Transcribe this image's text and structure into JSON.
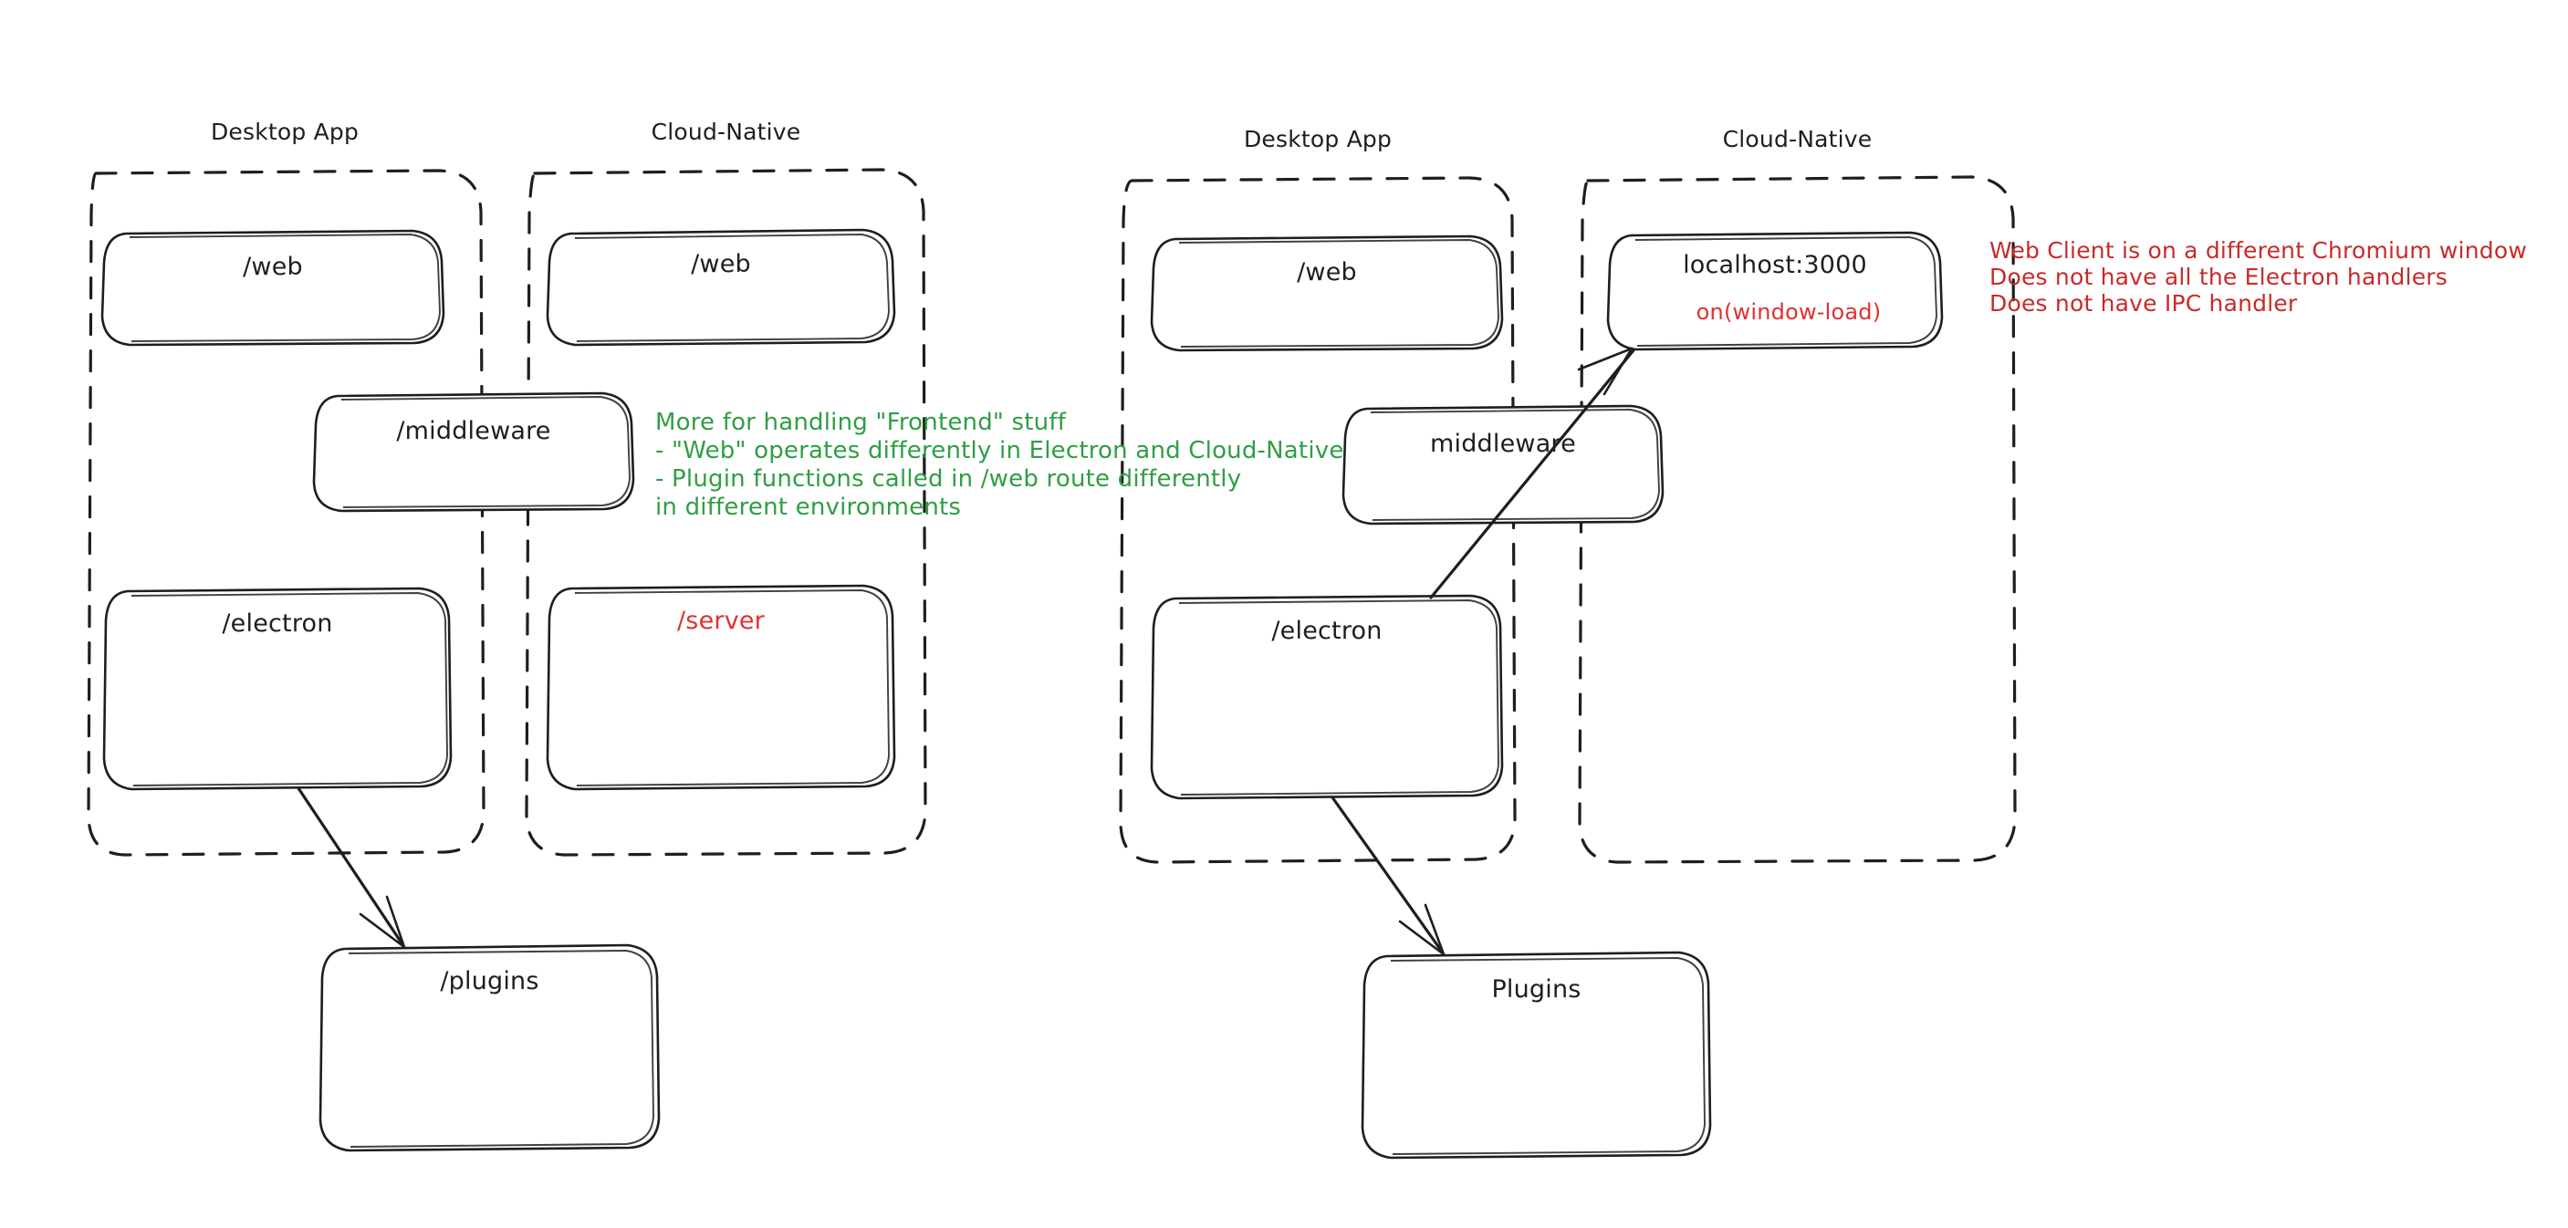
{
  "diagram": {
    "title_left": "Desktop App",
    "panels": [
      {
        "id": "left-desktop-app",
        "label": "Desktop App",
        "nodes": [
          {
            "id": "left-web",
            "label": "/web",
            "color": "#1e1e1e"
          },
          {
            "id": "left-electron",
            "label": "/electron",
            "color": "#1e1e1e"
          }
        ]
      },
      {
        "id": "left-cloud-native",
        "label": "Cloud-Native",
        "nodes": [
          {
            "id": "left-web-cn",
            "label": "/web",
            "color": "#1e1e1e"
          },
          {
            "id": "left-server",
            "label": "/server",
            "color": "#e03131"
          }
        ]
      },
      {
        "id": "right-desktop-app",
        "label": "Desktop App",
        "nodes": [
          {
            "id": "right-web",
            "label": "/web",
            "color": "#1e1e1e"
          },
          {
            "id": "right-electron",
            "label": "/electron",
            "color": "#1e1e1e"
          }
        ]
      },
      {
        "id": "right-cloud-native",
        "label": "Cloud-Native",
        "nodes": [
          {
            "id": "right-localhost",
            "label": "localhost:3000",
            "sublabel": "on(window-load)",
            "color": "#1e1e1e",
            "subcolor": "#e03131"
          }
        ]
      }
    ],
    "shared_nodes": {
      "left_middleware": "/middleware",
      "right_middleware": "middleware",
      "left_plugins": "/plugins",
      "right_plugins": "Plugins"
    },
    "notes": {
      "green": "More for handling \"Frontend\" stuff\n- \"Web\" operates differently in Electron and Cloud-Native\n- Plugin functions called in /web route differently\nin different environments",
      "red": "Web Client is on a different Chromium window\nDoes not have all the Electron handlers\nDoes not have IPC handler"
    },
    "colors": {
      "stroke": "#1e1e1e",
      "green": "#2f9e44",
      "red": "#e03131",
      "red_note": "#c92a2a",
      "background": "#ffffff"
    }
  }
}
